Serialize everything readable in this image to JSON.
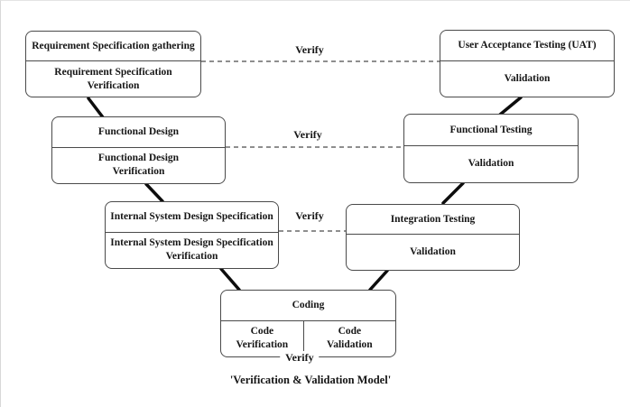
{
  "diagram": {
    "caption": "'Verification & Validation Model'",
    "verify": "Verify",
    "boxes": {
      "req": {
        "title": "Requirement Specification gathering",
        "subtitle_lines": [
          "Requirement Specification",
          "Verification"
        ]
      },
      "uat": {
        "title": "User Acceptance Testing (UAT)",
        "subtitle_lines": [
          "Validation"
        ]
      },
      "functional_design": {
        "title": "Functional Design",
        "subtitle_lines": [
          "Functional Design",
          "Verification"
        ]
      },
      "functional_testing": {
        "title": "Functional Testing",
        "subtitle_lines": [
          "Validation"
        ]
      },
      "internal_system_design": {
        "title": "Internal System Design Specification",
        "subtitle_lines": [
          "Internal System Design Specification",
          "Verification"
        ]
      },
      "integration_testing": {
        "title": "Integration Testing",
        "subtitle_lines": [
          "Validation"
        ]
      },
      "coding": {
        "title": "Coding",
        "left_cell_lines": [
          "Code",
          "Verification"
        ],
        "right_cell_lines": [
          "Code",
          "Validation"
        ]
      }
    },
    "colors": {
      "background": "#ffffff",
      "box_border": "#4a4a4a",
      "connector": "#0d0d0d",
      "dashed_line": "#4a4a4a",
      "text": "#161616"
    }
  }
}
